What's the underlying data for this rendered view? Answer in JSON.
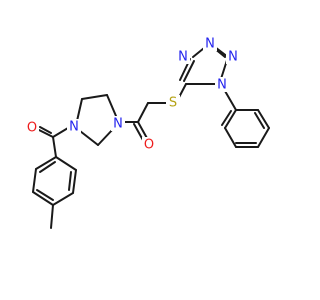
{
  "molecule": {
    "colors": {
      "bond": "#1a1a1a",
      "N": "#2323ee",
      "O": "#ee1c1c",
      "S": "#b5a216"
    },
    "atoms": [
      {
        "id": "n1",
        "label": "N",
        "element": "N"
      },
      {
        "id": "n2",
        "label": "N",
        "element": "N"
      },
      {
        "id": "n3",
        "label": "N",
        "element": "N"
      },
      {
        "id": "n4",
        "label": "N",
        "element": "N"
      },
      {
        "id": "s1",
        "label": "S",
        "element": "S"
      },
      {
        "id": "o1",
        "label": "O",
        "element": "O"
      },
      {
        "id": "n5",
        "label": "N",
        "element": "N"
      },
      {
        "id": "n6",
        "label": "N",
        "element": "N"
      },
      {
        "id": "o2",
        "label": "O",
        "element": "O"
      }
    ]
  }
}
